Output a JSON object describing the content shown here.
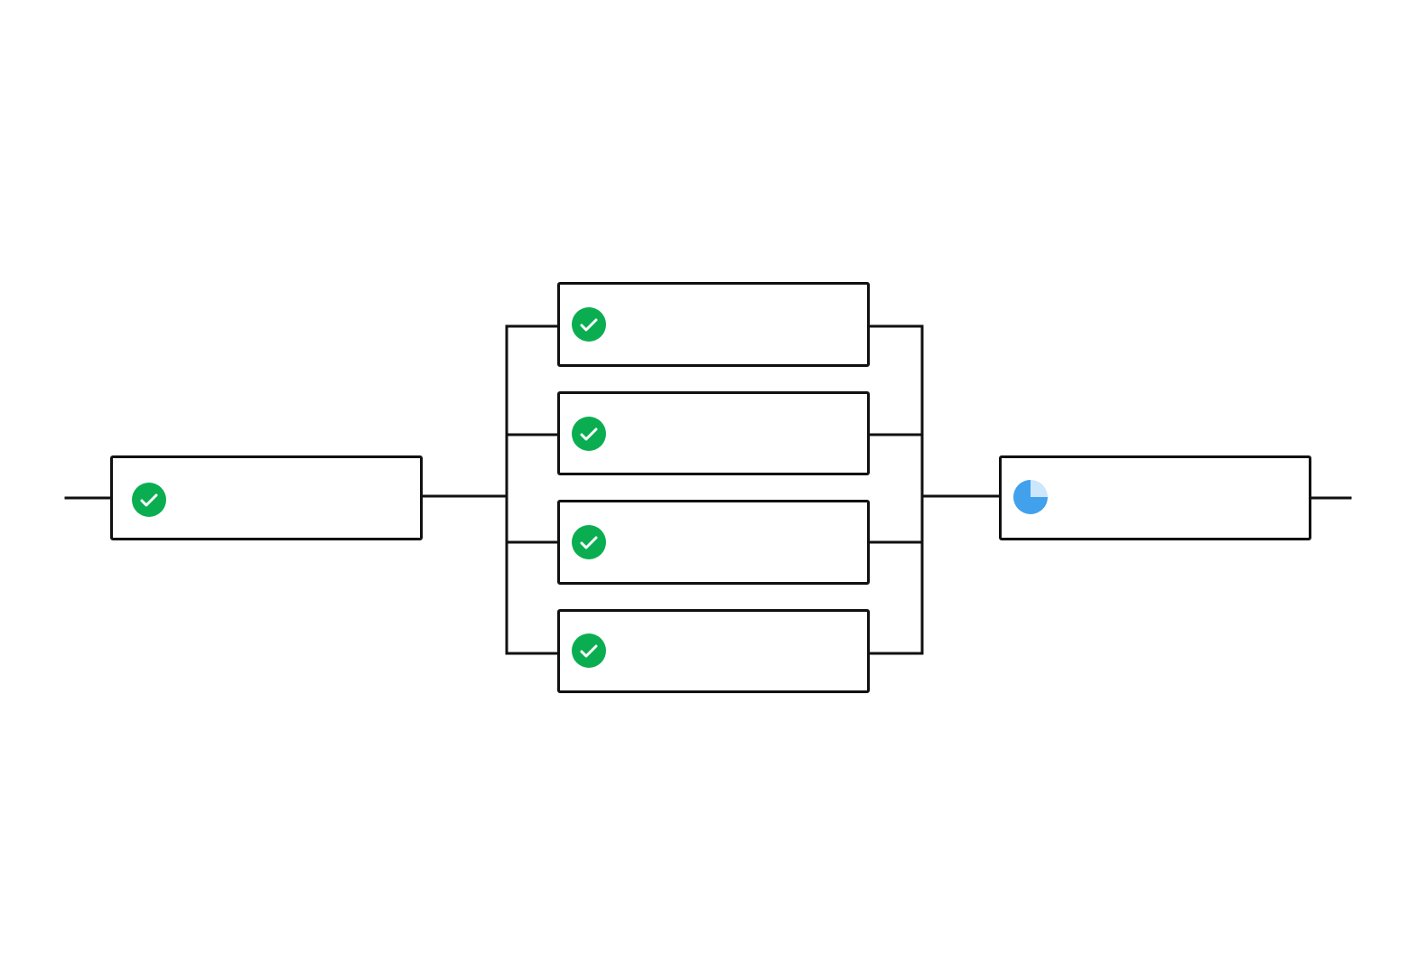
{
  "colors": {
    "line": "#111111",
    "box_fill": "#ffffff",
    "success": "#0aae50",
    "progress_dark": "#42a1ed",
    "progress_light": "#cce6fb"
  },
  "pipeline": {
    "stages": [
      {
        "id": "stage-1",
        "jobs": [
          {
            "status": "success",
            "icon": "check-circle-icon"
          }
        ]
      },
      {
        "id": "stage-2",
        "jobs": [
          {
            "status": "success",
            "icon": "check-circle-icon"
          },
          {
            "status": "success",
            "icon": "check-circle-icon"
          },
          {
            "status": "success",
            "icon": "check-circle-icon"
          },
          {
            "status": "success",
            "icon": "check-circle-icon"
          }
        ]
      },
      {
        "id": "stage-3",
        "jobs": [
          {
            "status": "in-progress",
            "icon": "progress-pie-icon",
            "progress": 0.75
          }
        ]
      }
    ]
  }
}
